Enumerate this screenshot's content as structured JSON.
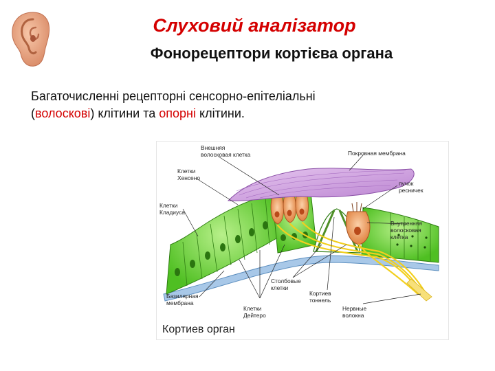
{
  "slide": {
    "title": "Слуховий аналізатор",
    "subtitle": "Фонорецептори кортієва органа",
    "text_line1": "Багаточисленні рецепторні сенсорно-епітеліальні",
    "text_line2_open": "(",
    "text_hair": "волоскові",
    "text_mid": ") клітини та ",
    "text_support": "опорні",
    "text_end": " клітини."
  },
  "figure": {
    "caption": "Кортиев орган",
    "labels": {
      "outer_hair_1": "Внешняя",
      "outer_hair_2": "волосковая клетка",
      "tectorial": "Покровная мембрана",
      "hensen_1": "Клетки",
      "hensen_2": "Хенсено",
      "bundle_1": "пучок",
      "bundle_2": "ресничек",
      "claudius_1": "Клетки",
      "claudius_2": "Кладиуса",
      "inner_hair_1": "Внутренняя",
      "inner_hair_2": "волосковая",
      "inner_hair_3": "клетка",
      "basilar_1": "Базилярная",
      "basilar_2": "мембрана",
      "pillar_1": "Столбовые",
      "pillar_2": "клетки",
      "tunnel_1": "Кортиев",
      "tunnel_2": "тоннель",
      "deiters_1": "Клетки",
      "deiters_2": "Дейтеро",
      "nerve_1": "Нервные",
      "nerve_2": "волокна"
    }
  },
  "colors": {
    "title": "#d40000",
    "highlight": "#d40000",
    "tectorial": "#c99ad8",
    "cells_green": "#66d433",
    "hair_cells": "#f2a36b",
    "nerve": "#f5d93a",
    "basilar": "#a8c8e8"
  },
  "icons": {
    "ear": "ear-icon"
  }
}
